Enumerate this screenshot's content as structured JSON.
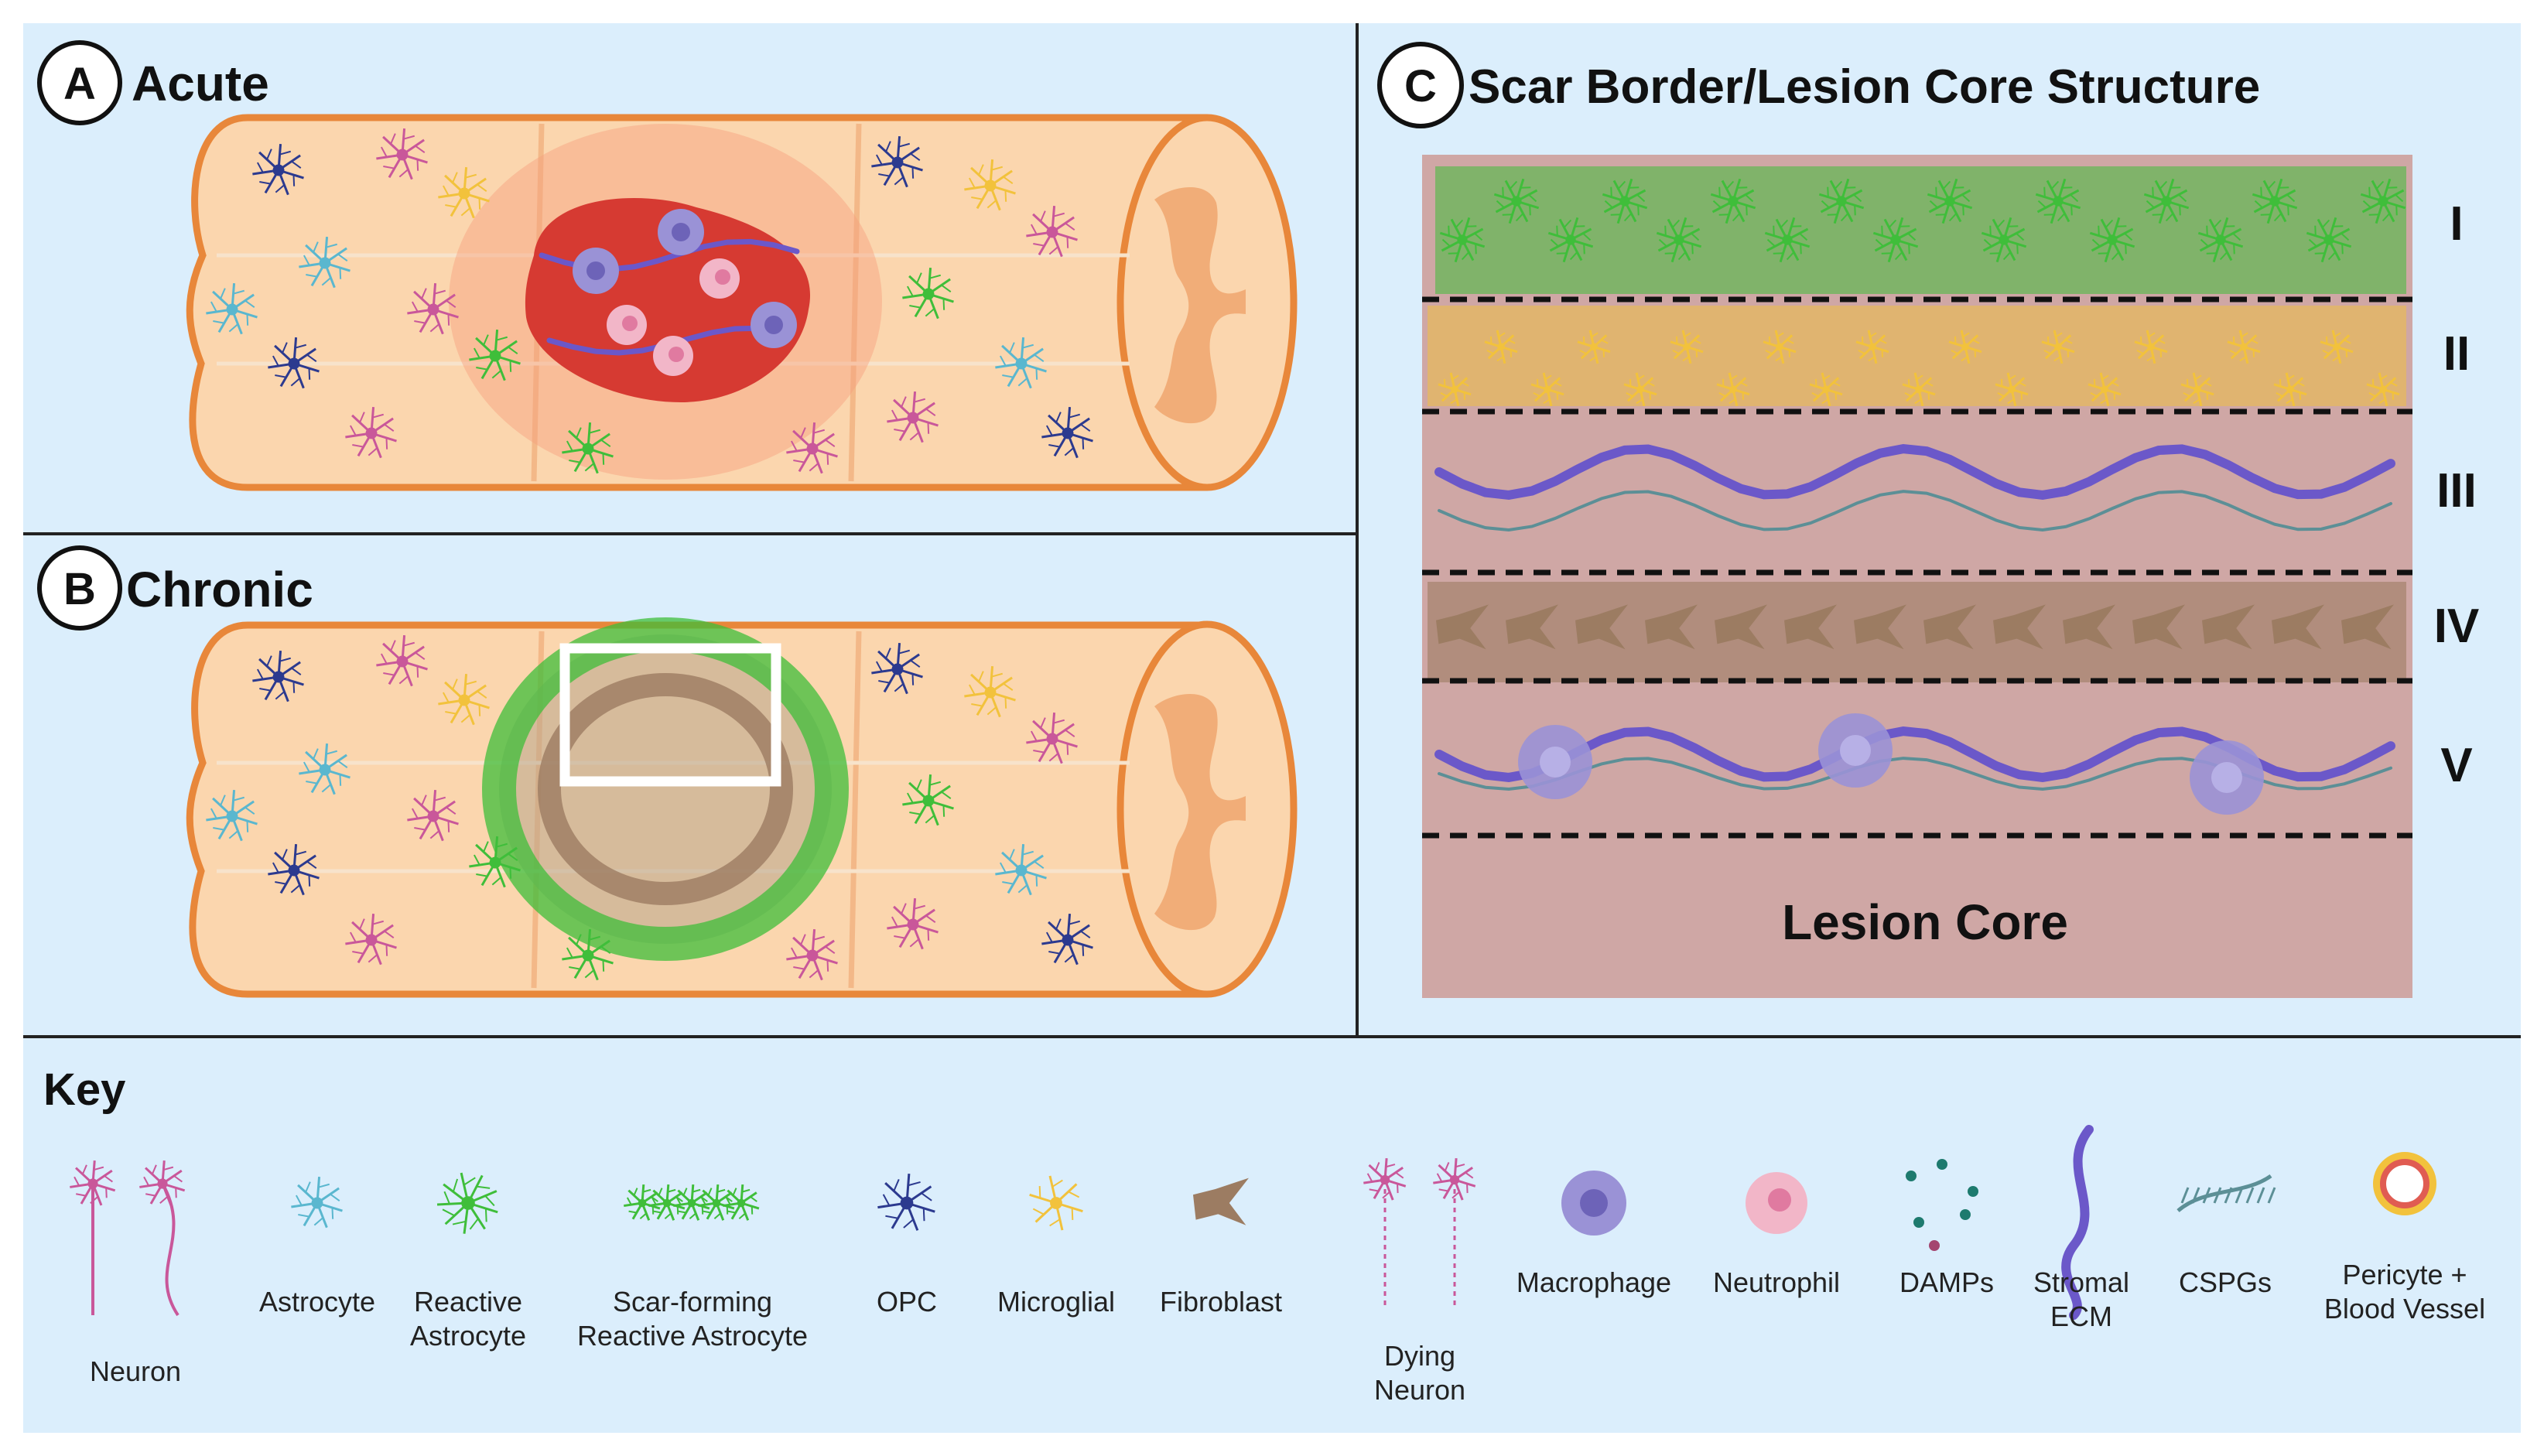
{
  "panels": {
    "acute": {
      "letter": "A",
      "title": "Acute"
    },
    "chronic": {
      "letter": "B",
      "title": "Chronic"
    },
    "scar": {
      "letter": "C",
      "title": "Scar Border/Lesion Core Structure"
    }
  },
  "layers": [
    "I",
    "II",
    "III",
    "IV",
    "V"
  ],
  "lesion_core_label": "Lesion Core",
  "key": {
    "title": "Key",
    "items": [
      {
        "lines": [
          "Neuron"
        ]
      },
      {
        "lines": [
          "Astrocyte"
        ]
      },
      {
        "lines": [
          "Reactive",
          "Astrocyte"
        ]
      },
      {
        "lines": [
          "Scar-forming",
          "Reactive Astrocyte"
        ]
      },
      {
        "lines": [
          "OPC"
        ]
      },
      {
        "lines": [
          "Microglial"
        ]
      },
      {
        "lines": [
          "Fibroblast"
        ]
      },
      {
        "lines": [
          "Dying",
          "Neuron"
        ]
      },
      {
        "lines": [
          "Macrophage"
        ]
      },
      {
        "lines": [
          "Neutrophil"
        ]
      },
      {
        "lines": [
          "DAMPs"
        ]
      },
      {
        "lines": [
          "Stromal",
          "ECM"
        ]
      },
      {
        "lines": [
          "CSPGs"
        ]
      },
      {
        "lines": [
          "Pericyte +",
          "Blood Vessel"
        ]
      }
    ]
  },
  "colors": {
    "background": "#dbeefc",
    "cord_fill": "#fbd6ae",
    "cord_outline": "#e8873a",
    "lesion_red": "#d63a32",
    "scar_panel": "#cfa7a5",
    "reactive_astrocyte": "#3fbe3a",
    "astrocyte": "#5ab7cf",
    "opc": "#2c3a8f",
    "microglia": "#f2c23c",
    "neuron": "#c9579a",
    "fibroblast": "#9c7c62",
    "macrophage": "#9a92d6",
    "neutrophil": "#f2b6c8",
    "stromal_ecm": "#6b58c9",
    "cspg": "#5c8f96"
  }
}
